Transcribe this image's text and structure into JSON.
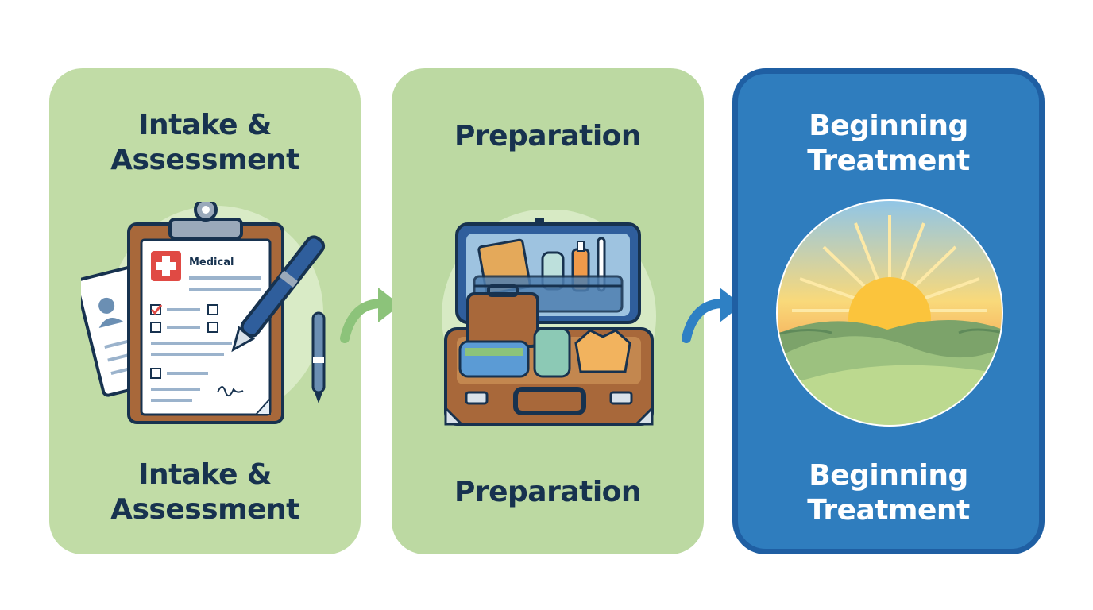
{
  "steps": [
    {
      "title_line1": "Intake &",
      "title_line2": "Assessment",
      "caption_line1": "Intake &",
      "caption_line2": "Assessment",
      "doc_label": "Medical",
      "icon": "clipboard-icon",
      "color": "#c1dca6"
    },
    {
      "title_line1": "Preparation",
      "caption_line1": "Preparation",
      "icon": "suitcase-icon",
      "color": "#bcd9a2"
    },
    {
      "title_line1": "Beginning",
      "title_line2": "Treatment",
      "caption_line1": "Beginning",
      "caption_line2": "Treatment",
      "icon": "sunrise-icon",
      "color": "#2f7dbe"
    }
  ],
  "arrows": [
    {
      "icon": "green-arrow-icon",
      "color": "#8cc37a"
    },
    {
      "icon": "blue-arrow-icon",
      "color": "#2e80c4"
    }
  ]
}
